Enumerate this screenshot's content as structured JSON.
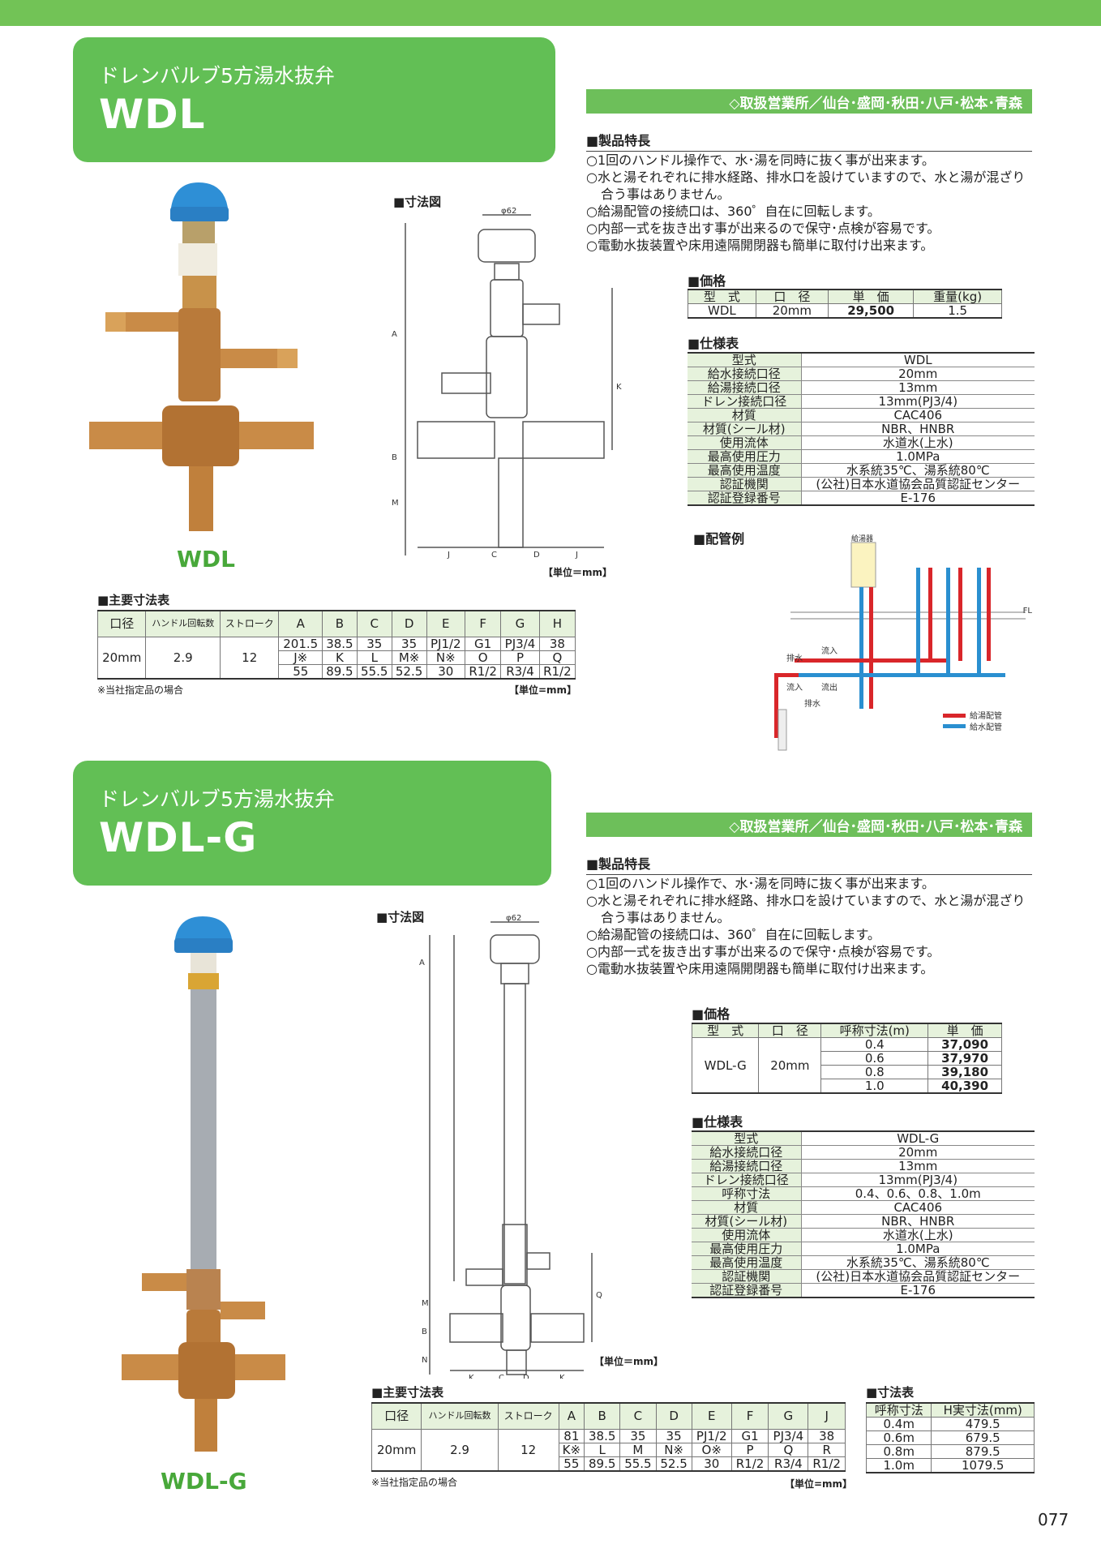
{
  "page_number": "077",
  "p1": {
    "subtitle": "ドレンバルブ5方湯水抜弁",
    "title": "WDL",
    "office": "◇取扱営業所／仙台･盛岡･秋田･八戸･松本･青森",
    "features_heading": "■製品特長",
    "features": [
      "○1回のハンドル操作で、水･湯を同時に抜く事が出来ます。",
      "○水と湯それぞれに排水経路、排水口を設けていますので、水と湯が混ざり",
      "合う事はありません。",
      "○給湯配管の接続口は、360゜自在に回転します。",
      "○内部一式を抜き出す事が出来るので保守･点検が容易です。",
      "○電動水抜装置や床用遠隔開閉器も簡単に取付け出来ます。"
    ],
    "price_heading": "■価格",
    "price_headers": [
      "型　式",
      "口　径",
      "単　価",
      "重量(kg)"
    ],
    "price_row": [
      "WDL",
      "20mm",
      "29,500",
      "1.5"
    ],
    "spec_heading": "■仕様表",
    "spec": [
      [
        "型式",
        "WDL"
      ],
      [
        "給水接続口径",
        "20mm"
      ],
      [
        "給湯接続口径",
        "13mm"
      ],
      [
        "ドレン接続口径",
        "13mm(PJ3/4)"
      ],
      [
        "材質",
        "CAC406"
      ],
      [
        "材質(シール材)",
        "NBR、HNBR"
      ],
      [
        "使用流体",
        "水道水(上水)"
      ],
      [
        "最高使用圧力",
        "1.0MPa"
      ],
      [
        "最高使用温度",
        "水系統35℃、湯系統80℃"
      ],
      [
        "認証機関",
        "(公社)日本水道協会品質認証センター"
      ],
      [
        "認証登録番号",
        "E-176"
      ]
    ],
    "dim_heading": "■寸法図",
    "dim_unit": "【単位＝mm】",
    "piping_heading": "■配管例",
    "piping": {
      "heater": "給湯器",
      "fl": "FL",
      "drain1": "排水",
      "in1": "流入",
      "in2": "流入",
      "out": "流出",
      "drain2": "排水",
      "legend_hot": "給湯配管",
      "legend_cold": "給水配管"
    },
    "photo_label": "WDL",
    "main_heading": "■主要寸法表",
    "main_h": [
      "口径",
      "ハンドル回転数",
      "ストローク",
      "A",
      "B",
      "C",
      "D",
      "E",
      "F",
      "G",
      "H"
    ],
    "main_fixed": [
      "20mm",
      "2.9",
      "12"
    ],
    "main_rows": [
      [
        "201.5",
        "38.5",
        "35",
        "35",
        "PJ1/2",
        "G1",
        "PJ3/4",
        "38"
      ],
      [
        "J※",
        "K",
        "L",
        "M※",
        "N※",
        "O",
        "P",
        "Q"
      ],
      [
        "55",
        "89.5",
        "55.5",
        "52.5",
        "30",
        "R1/2",
        "R3/4",
        "R1/2"
      ]
    ],
    "main_note": "※当社指定品の場合",
    "main_unit": "【単位=mm】"
  },
  "p2": {
    "subtitle": "ドレンバルブ5方湯水抜弁",
    "title": "WDL-G",
    "office": "◇取扱営業所／仙台･盛岡･秋田･八戸･松本･青森",
    "features_heading": "■製品特長",
    "features": [
      "○1回のハンドル操作で、水･湯を同時に抜く事が出来ます。",
      "○水と湯それぞれに排水経路、排水口を設けていますので、水と湯が混ざり",
      "合う事はありません。",
      "○給湯配管の接続口は、360゜自在に回転します。",
      "○内部一式を抜き出す事が出来るので保守･点検が容易です。",
      "○電動水抜装置や床用遠隔開閉器も簡単に取付け出来ます。"
    ],
    "price_heading": "■価格",
    "price_headers": [
      "型　式",
      "口　径",
      "呼称寸法(m)",
      "単　価"
    ],
    "price_model": "WDL-G",
    "price_bore": "20mm",
    "price_rows": [
      [
        "0.4",
        "37,090"
      ],
      [
        "0.6",
        "37,970"
      ],
      [
        "0.8",
        "39,180"
      ],
      [
        "1.0",
        "40,390"
      ]
    ],
    "spec_heading": "■仕様表",
    "spec": [
      [
        "型式",
        "WDL-G"
      ],
      [
        "給水接続口径",
        "20mm"
      ],
      [
        "給湯接続口径",
        "13mm"
      ],
      [
        "ドレン接続口径",
        "13mm(PJ3/4)"
      ],
      [
        "呼称寸法",
        "0.4、0.6、0.8、1.0m"
      ],
      [
        "材質",
        "CAC406"
      ],
      [
        "材質(シール材)",
        "NBR、HNBR"
      ],
      [
        "使用流体",
        "水道水(上水)"
      ],
      [
        "最高使用圧力",
        "1.0MPa"
      ],
      [
        "最高使用温度",
        "水系統35℃、湯系統80℃"
      ],
      [
        "認証機関",
        "(公社)日本水道協会品質認証センター"
      ],
      [
        "認証登録番号",
        "E-176"
      ]
    ],
    "dim_heading": "■寸法図",
    "dim_unit": "【単位＝mm】",
    "photo_label": "WDL-G",
    "main_heading": "■主要寸法表",
    "main_h": [
      "口径",
      "ハンドル回転数",
      "ストローク",
      "A",
      "B",
      "C",
      "D",
      "E",
      "F",
      "G",
      "J"
    ],
    "main_fixed": [
      "20mm",
      "2.9",
      "12"
    ],
    "main_rows": [
      [
        "81",
        "38.5",
        "35",
        "35",
        "PJ1/2",
        "G1",
        "PJ3/4",
        "38"
      ],
      [
        "K※",
        "L",
        "M",
        "N※",
        "O※",
        "P",
        "Q",
        "R"
      ],
      [
        "55",
        "89.5",
        "55.5",
        "52.5",
        "30",
        "R1/2",
        "R3/4",
        "R1/2"
      ]
    ],
    "main_note": "※当社指定品の場合",
    "main_unit": "【単位=mm】",
    "size_heading": "■寸法表",
    "size_headers": [
      "呼称寸法",
      "H実寸法(mm)"
    ],
    "size_rows": [
      [
        "0.4m",
        "479.5"
      ],
      [
        "0.6m",
        "679.5"
      ],
      [
        "0.8m",
        "879.5"
      ],
      [
        "1.0m",
        "1079.5"
      ]
    ]
  }
}
